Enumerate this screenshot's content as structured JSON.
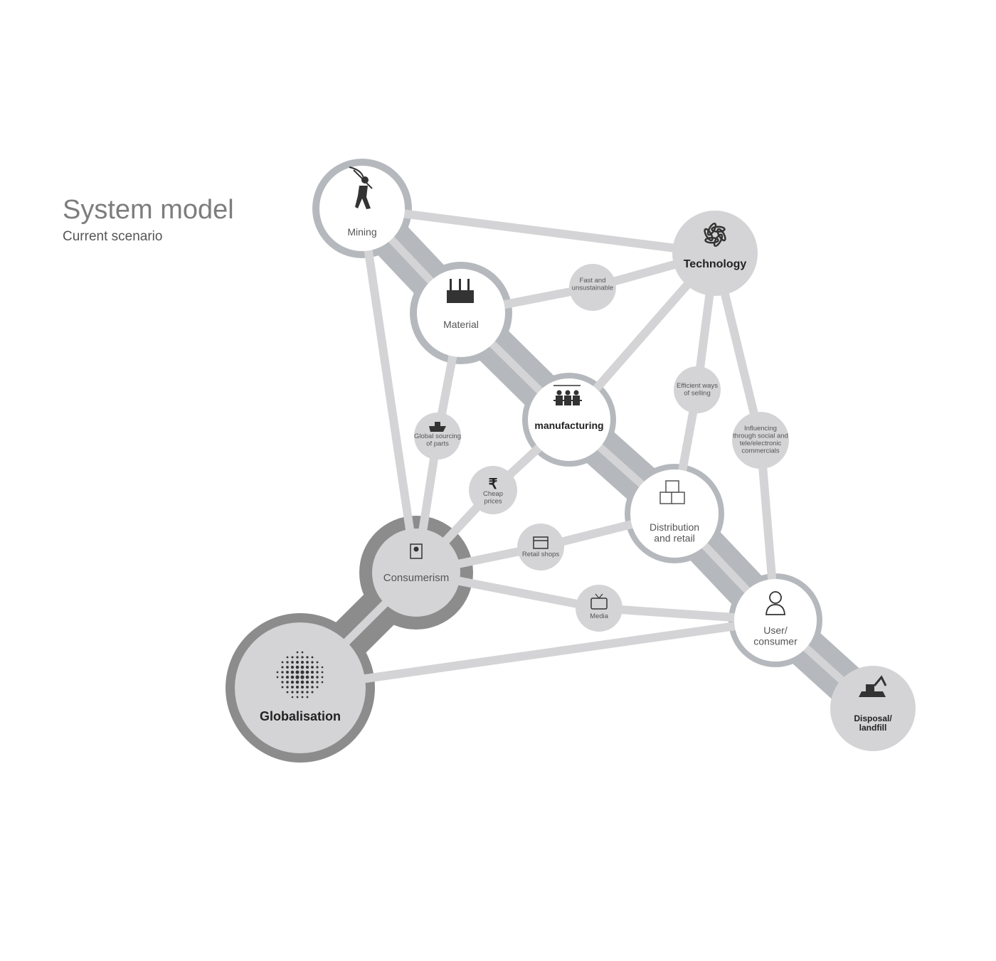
{
  "header": {
    "title": "System model",
    "subtitle": "Current scenario"
  },
  "colors": {
    "backbone": "#b5b9bd",
    "connector": "#d4d4d6",
    "dark_ring": "#8c8c8c",
    "node_fill": "#d4d4d6",
    "text": "#555555"
  },
  "nodes": {
    "mining": {
      "label": [
        "Mining"
      ],
      "icon": "miner-icon"
    },
    "technology": {
      "label": [
        "Technology"
      ],
      "icon": "technology-icon"
    },
    "material": {
      "label": [
        "Material"
      ],
      "icon": "factory-icon"
    },
    "manufacturing": {
      "label": [
        "manufacturing"
      ],
      "icon": "workers-icon"
    },
    "distribution": {
      "label": [
        "Distribution",
        "and retail"
      ],
      "icon": "boxes-icon"
    },
    "user": {
      "label": [
        "User/",
        "consumer"
      ],
      "icon": "person-icon"
    },
    "disposal": {
      "label": [
        "Disposal/",
        "landfill"
      ],
      "icon": "excavator-icon"
    },
    "consumerism": {
      "label": [
        "Consumerism"
      ],
      "icon": "shopper-icon"
    },
    "globalisation": {
      "label": [
        "Globalisation"
      ],
      "icon": "dotted-globe-icon"
    },
    "fast": {
      "label": [
        "Fast and",
        "unsustainable"
      ]
    },
    "efficient": {
      "label": [
        "Efficient ways",
        "of selling"
      ]
    },
    "influencing": {
      "label": [
        "Influencing",
        "through social and",
        "tele/electronic",
        "commercials"
      ]
    },
    "sourcing": {
      "label": [
        "Global sourcing",
        "of parts"
      ],
      "icon": "ship-icon"
    },
    "cheap": {
      "label": [
        "Cheap",
        "prices"
      ],
      "icon": "rupee-icon"
    },
    "retail": {
      "label": [
        "Retail shops"
      ],
      "icon": "shop-icon"
    },
    "media": {
      "label": [
        "Media"
      ],
      "icon": "tv-icon"
    }
  }
}
